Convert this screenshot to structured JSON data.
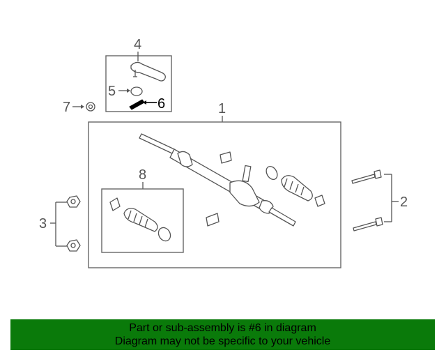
{
  "callouts": {
    "c1": "1",
    "c2": "2",
    "c3": "3",
    "c4": "4",
    "c5": "5",
    "c6": "6",
    "c7": "7",
    "c8": "8"
  },
  "banner": {
    "line1": "Part or sub-assembly is #6 in diagram",
    "line2": "Diagram may not be specific to your vehicle"
  },
  "colors": {
    "banner_bg": "#0a7a0a",
    "line_art": "#555555",
    "highlight": "#000000"
  }
}
